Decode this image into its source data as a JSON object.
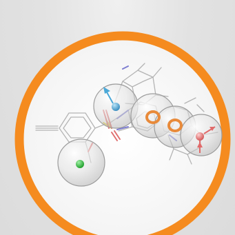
{
  "figure": {
    "kind": "pharmacophore-model-thumbnail",
    "ring_color": "#f58b1f",
    "background_color": "#e3e3e3",
    "molecule_color": "#b8b8b8",
    "features": [
      {
        "name": "hydrogen-bond-acceptor",
        "color": "#f2a0a0",
        "core_color": "#e06a6a"
      },
      {
        "name": "hydrogen-bond-donor",
        "color": "#4aa8d8",
        "core_color": "#5ab0e0"
      },
      {
        "name": "aromatic-ring",
        "color": "#e88a3a"
      },
      {
        "name": "hydrophobic",
        "color": "#36c040"
      },
      {
        "name": "exclusion-volume",
        "color": "#d0d0d0"
      }
    ]
  }
}
